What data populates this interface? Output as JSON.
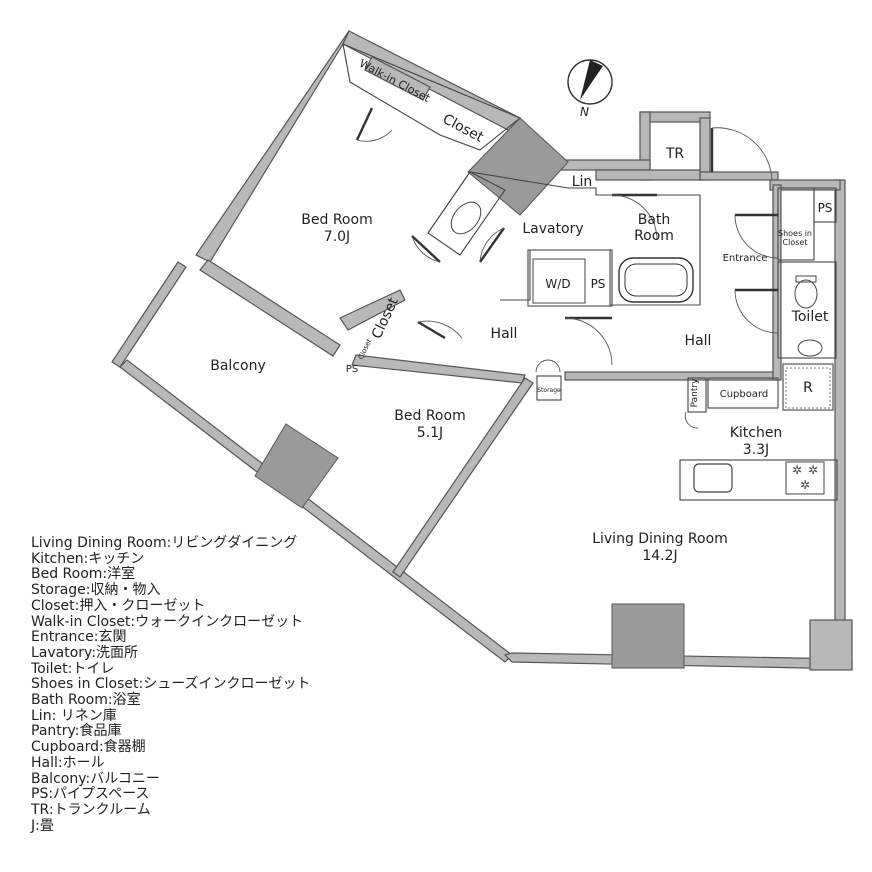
{
  "rooms": {
    "walk_in_closet": "Walk-in Closet",
    "closet_top": "Closet",
    "bed_room_1": {
      "name": "Bed Room",
      "size": "7.0J"
    },
    "lin": "Lin",
    "tr": "TR",
    "lavatory": "Lavatory",
    "bath_room_line1": "Bath",
    "bath_room_line2": "Room",
    "wd": "W/D",
    "ps_lavatory": "PS",
    "ps_entrance": "PS",
    "shoes_in_closet_line1": "Shoes in",
    "shoes_in_closet_line2": "Closet",
    "entrance": "Entrance",
    "toilet": "Toilet",
    "hall_left": "Hall",
    "hall_right": "Hall",
    "closet_mid": "Closet",
    "closet_small": "Closet",
    "ps_small": "PS",
    "balcony": "Balcony",
    "storage": "Storage",
    "pantry": "Pantry",
    "cupboard": "Cupboard",
    "refrigerator": "R",
    "kitchen": {
      "name": "Kitchen",
      "size": "3.3J"
    },
    "bed_room_2": {
      "name": "Bed Room",
      "size": "5.1J"
    },
    "living": {
      "name": "Living Dining Room",
      "size": "14.2J"
    }
  },
  "compass": {
    "label": "N"
  },
  "legend": [
    "Living Dining Room:リビングダイニング",
    "Kitchen:キッチン",
    "Bed Room:洋室",
    "Storage:収納・物入",
    "Closet:押入・クローゼット",
    "Walk-in Closet:ウォークインクローゼット",
    "Entrance:玄関",
    "Lavatory:洗面所",
    "Toilet:トイレ",
    "Shoes in Closet:シューズインクローゼット",
    "Bath Room:浴室",
    "Lin: リネン庫",
    "Pantry:食品庫",
    "Cupboard:食器棚",
    "Hall:ホール",
    "Balcony:バルコニー",
    "PS:パイプスペース",
    "TR:トランクルーム",
    "J:畳"
  ]
}
